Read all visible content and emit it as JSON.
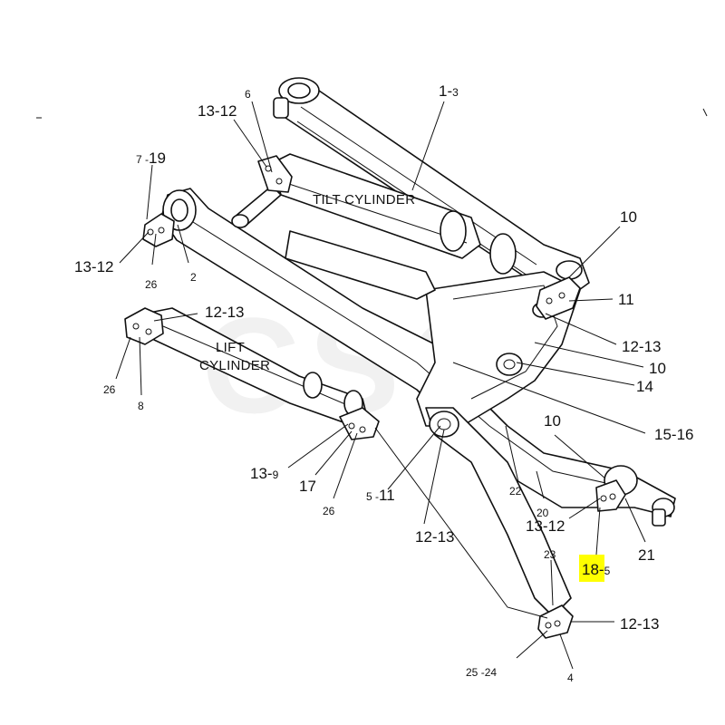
{
  "watermark": "CSG",
  "highlight_color": "#ffff00",
  "titles": {
    "tilt_cylinder": "TILT CYLINDER",
    "lift_line1": "LIFT",
    "lift_line2": "CYLINDER"
  },
  "callouts": {
    "c1": {
      "main": "1",
      "sub": "3"
    },
    "c13_12_top": "13-12",
    "c6": "6",
    "c7": {
      "main": "7",
      "sub": "19"
    },
    "c13_12_left": "13-12",
    "c26_a": "26",
    "c2": "2",
    "c12_13_left": "12-13",
    "c26_b": "26",
    "c8": "8",
    "c10_a": "10",
    "c11": "11",
    "c12_13_right": "12-13",
    "c10_b": "10",
    "c14": "14",
    "c15_16": "15-16",
    "c10_c": "10",
    "c13": {
      "main": "13",
      "sub": "9"
    },
    "c17": "17",
    "c26_c": "26",
    "c5": {
      "main": "5",
      "sub": "11"
    },
    "c12_13_mid": "12-13",
    "c22": "22",
    "c20": "20",
    "c13_12_right": "13-12",
    "c21": "21",
    "c18": {
      "main": "18",
      "sub": "5"
    },
    "c23": "23",
    "c12_13_bottom": "12-13",
    "c25": {
      "main": "25",
      "sub": "24"
    },
    "c4": "4"
  }
}
